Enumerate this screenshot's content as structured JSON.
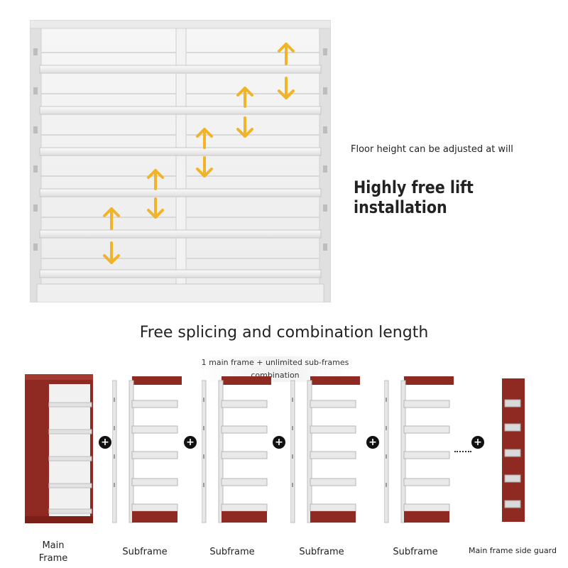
{
  "texts": {
    "floor_height": "Floor height can be adjusted at will",
    "lift": "Highly free lift installation",
    "splicing": "Free splicing and combination length",
    "combo_line1": "1 main frame + unlimited sub-frames",
    "combo_line2": "combination"
  },
  "frames": [
    {
      "label_line1": "Main",
      "label_line2": "Frame"
    },
    {
      "label": "Subframe"
    },
    {
      "label": "Subframe"
    },
    {
      "label": "Subframe"
    },
    {
      "label": "Subframe"
    },
    {
      "label": "Main frame side guard"
    }
  ],
  "plus_symbol": "+",
  "colors": {
    "arrow": "#f0b429",
    "wood": "#8e2a22",
    "steel": "#ececec",
    "steel_edge": "#c8c8c8"
  },
  "icons": {
    "arrow": "up-down-arrow-icon",
    "plus": "plus-circle-icon"
  }
}
